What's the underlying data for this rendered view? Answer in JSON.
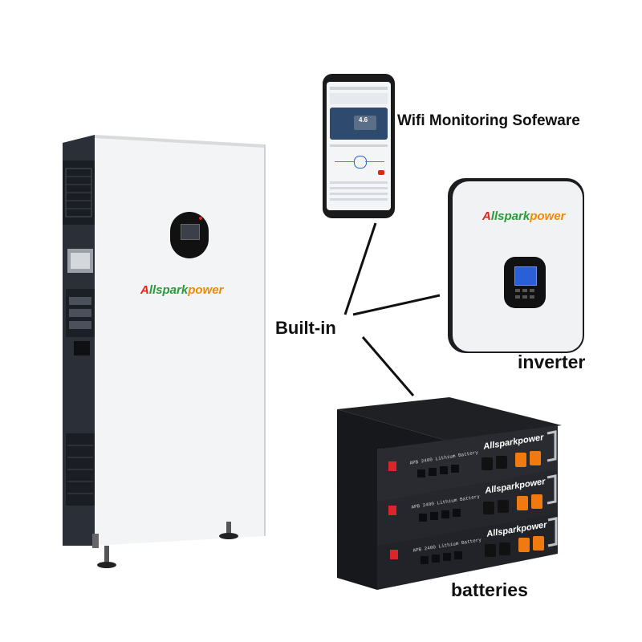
{
  "brand": {
    "name": "Allsparkpower",
    "part_a": "A",
    "part_b": "llspark",
    "part_c": "power"
  },
  "labels": {
    "wifi": "Wifi Monitoring Sofeware",
    "built_in": "Built-in",
    "inverter": "inverter",
    "batteries": "batteries"
  },
  "battery": {
    "model_text": "APB 2400 Lithium Battery"
  },
  "phone": {
    "value": "4.6"
  },
  "colors": {
    "brand_red": "#e0261b",
    "brand_green": "#2a9a3a",
    "brand_orange": "#f08a00",
    "terminal_orange": "#f07a10",
    "screen_blue": "#2a5fd8"
  }
}
